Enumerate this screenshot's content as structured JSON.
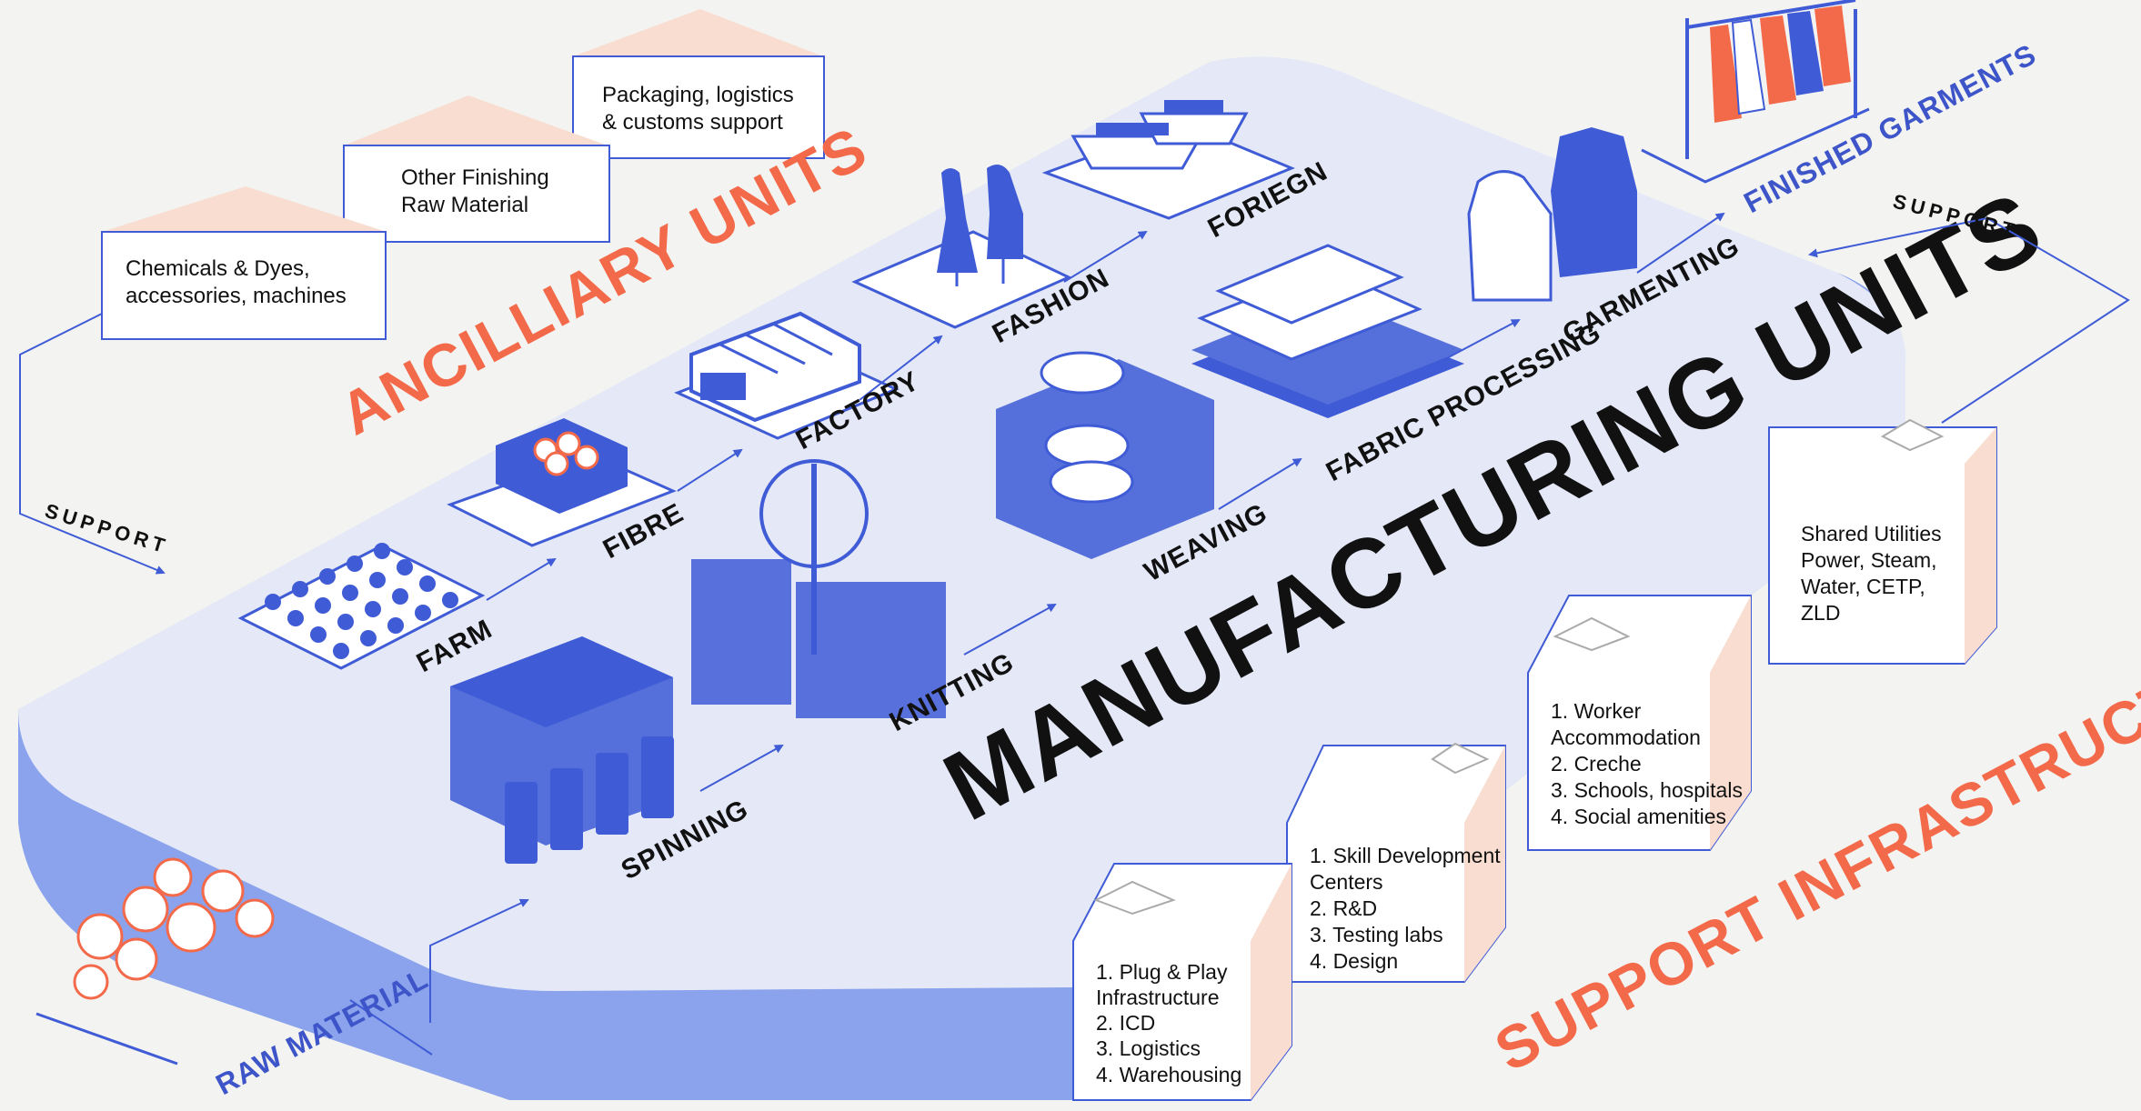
{
  "ancillary": {
    "title": "ANCILLIARY UNITS",
    "support_label": "SUPPORT",
    "boxes": [
      [
        "Chemicals & Dyes,",
        "accessories, machines"
      ],
      [
        "Other Finishing",
        "Raw Material"
      ],
      [
        "Packaging, logistics",
        "& customs support"
      ]
    ]
  },
  "manufacturing": {
    "title": "MANUFACTURING UNITS",
    "top_row": [
      "FARM",
      "FIBRE",
      "FACTORY",
      "FASHION",
      "FORIEGN"
    ],
    "bottom_row": [
      "SPINNING",
      "KNITTING",
      "WEAVING",
      "FABRIC PROCESSING",
      "GARMENTING"
    ]
  },
  "raw_material_label": "RAW MATERIAL",
  "finished_garments_label": "FINISHED GARMENTS",
  "support_infrastructure": {
    "title": "SUPPORT INFRASTRUCTURE",
    "support_label": "SUPPORT",
    "buildings": [
      [
        "1. Plug & Play",
        "Infrastructure",
        "2. ICD",
        "3. Logistics",
        "4. Warehousing"
      ],
      [
        "1. Skill Development",
        "Centers",
        "2. R&D",
        "3. Testing labs",
        "4. Design"
      ],
      [
        "1. Worker",
        "Accommodation",
        "2. Creche",
        "3. Schools, hospitals",
        "4. Social amenities"
      ],
      [
        "Shared Utilities",
        "Power, Steam,",
        "Water, CETP,",
        "ZLD"
      ]
    ]
  },
  "colors": {
    "platform_top": "#e4e8f7",
    "platform_side": "#8aa3ec",
    "accent_blue": "#3f5bd6",
    "accent_red": "#f36a4a",
    "peach": "#f8ddd0"
  }
}
